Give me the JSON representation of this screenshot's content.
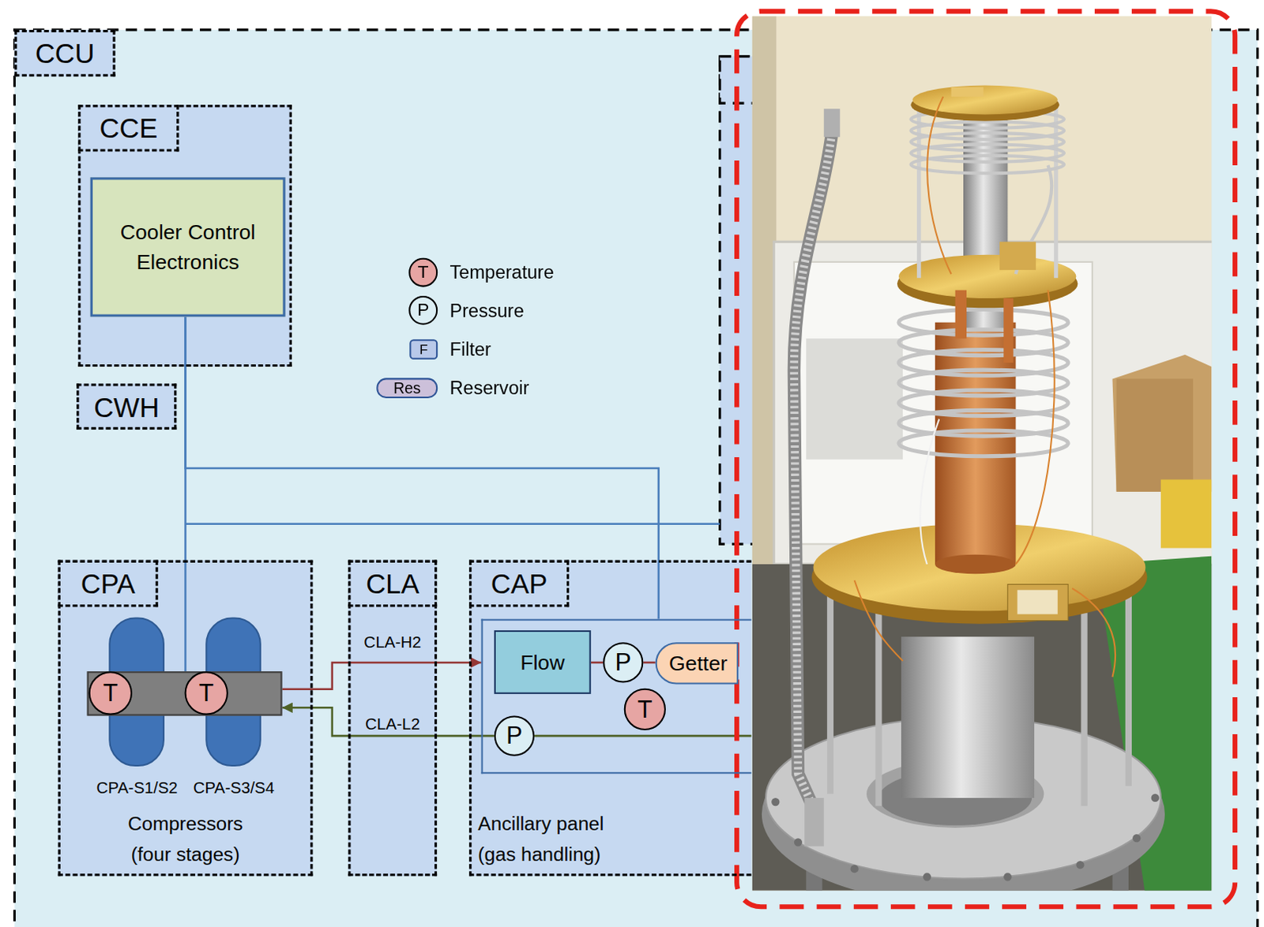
{
  "diagram": {
    "nodes": [
      {
        "text": [
          "CCU"
        ]
      },
      {
        "text": [
          "CCE"
        ],
        "in": 0
      },
      {
        "text": [
          "Cooler Control Electronics"
        ],
        "in": 1
      },
      {
        "text": [
          "CWH"
        ],
        "in": 0
      },
      {
        "text": [
          "CPA"
        ],
        "in": 0
      },
      {
        "text": [
          "CPA-S1/S2",
          "CPA-S3/S4",
          "Compressors (four stages)"
        ],
        "in": 4
      },
      {
        "text": [
          "T"
        ],
        "in": 5
      },
      {
        "text": [
          "T"
        ],
        "in": 5
      },
      {
        "text": [
          "CLA"
        ],
        "in": 0
      },
      {
        "text": [
          "CAP"
        ],
        "in": 0
      },
      {
        "text": [
          "Ancillary panel (gas handling)"
        ],
        "in": 9
      },
      {
        "text": [
          "Flow"
        ],
        "in": 10
      },
      {
        "text": [
          "P"
        ],
        "in": 10
      },
      {
        "text": [
          "Getter"
        ],
        "in": 10
      },
      {
        "text": [
          "T"
        ],
        "in": 10
      },
      {
        "text": [
          "P"
        ],
        "in": 10
      }
    ],
    "edges": [
      {
        "from": 2,
        "to": 5,
        "arrow": "none"
      },
      {
        "from": 2,
        "to": 10,
        "arrow": "none"
      },
      {
        "from": 5,
        "to": 10,
        "arrow": "to",
        "label": "CLA-H2"
      },
      {
        "from": 15,
        "to": 5,
        "arrow": "to",
        "label": "CLA-L2"
      },
      {
        "from": 11,
        "to": 12,
        "arrow": "none"
      },
      {
        "from": 12,
        "to": 13,
        "arrow": "none"
      }
    ],
    "labels": [
      "T",
      "P",
      "F",
      "Res"
    ],
    "legend": [
      {
        "text": "Temperature"
      },
      {
        "text": "Pressure"
      },
      {
        "text": "Filter"
      },
      {
        "text": "Reservoir"
      }
    ]
  }
}
